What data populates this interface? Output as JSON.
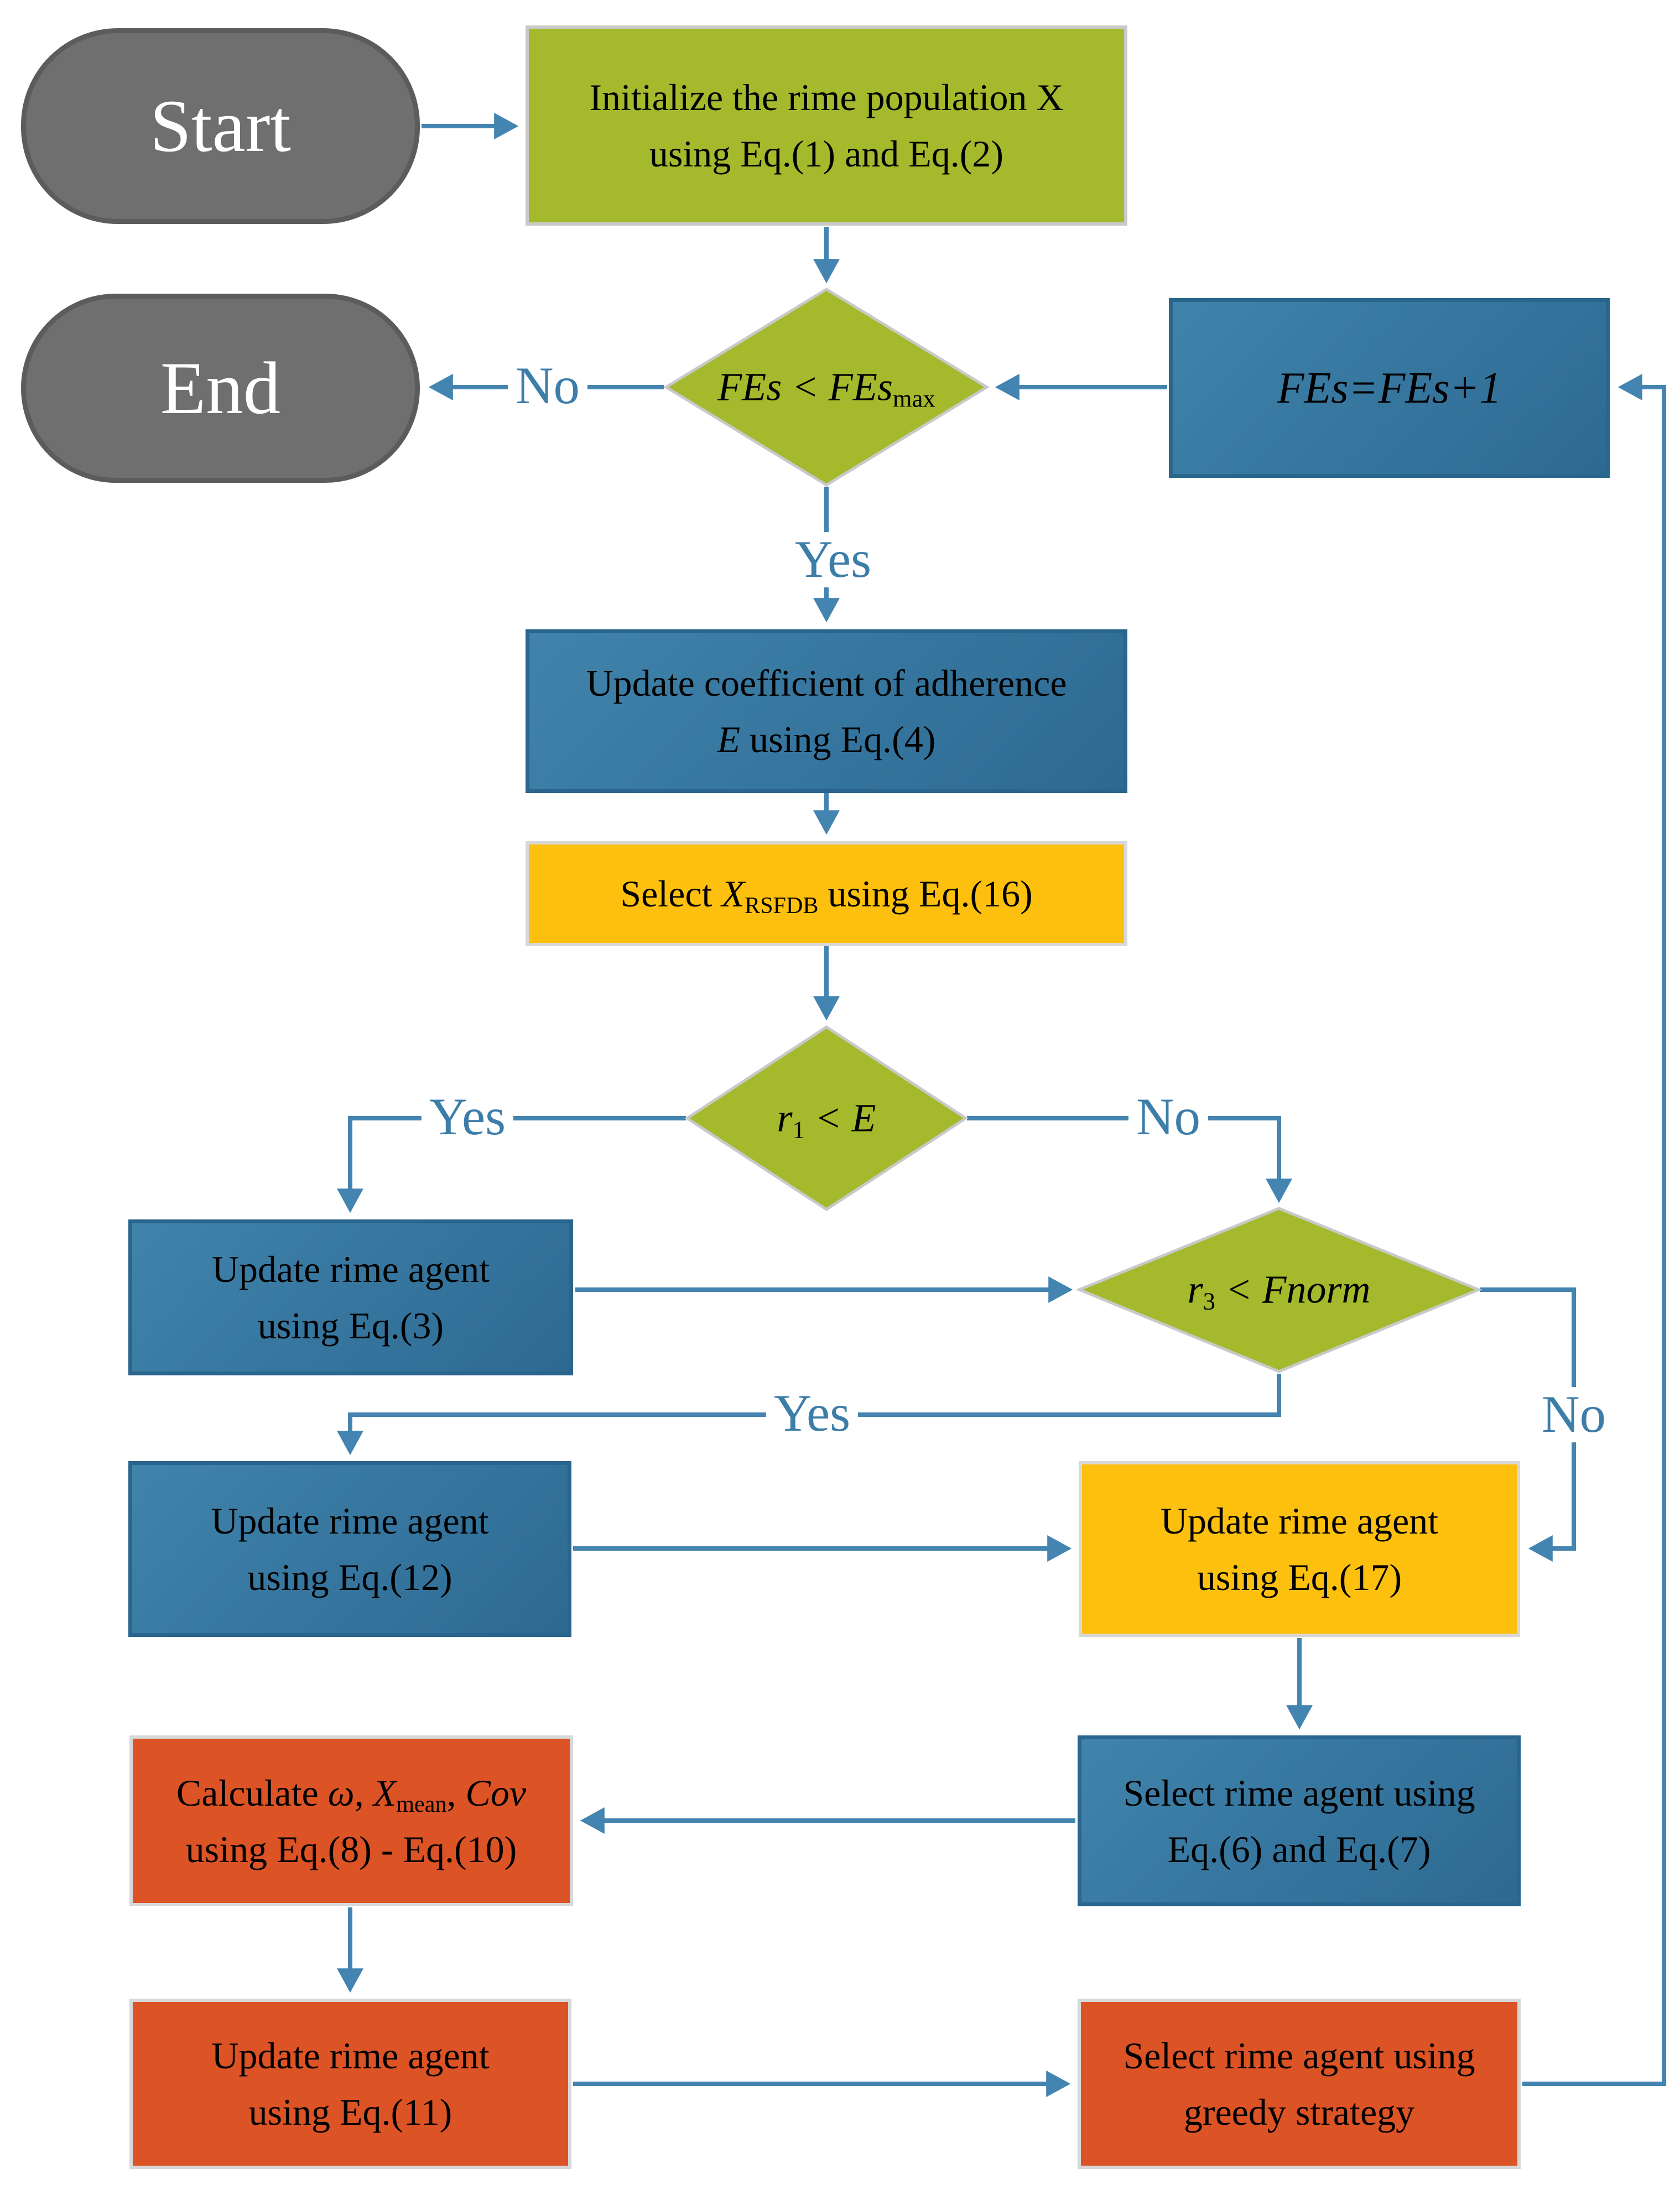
{
  "diagram": {
    "type": "flowchart",
    "nodes": {
      "start": {
        "kind": "terminal",
        "lines": [
          [
            {
              "t": "Start"
            }
          ]
        ]
      },
      "end": {
        "kind": "terminal",
        "lines": [
          [
            {
              "t": "End"
            }
          ]
        ]
      },
      "init": {
        "kind": "process",
        "lines": [
          [
            {
              "t": "Initialize the rime population X"
            }
          ],
          [
            {
              "t": "using Eq.(1) and Eq.(2)"
            }
          ]
        ]
      },
      "fes_check": {
        "kind": "decision",
        "lines": [
          [
            {
              "t": "FEs",
              "i": 1
            },
            {
              "t": " < ",
              "i": 1
            },
            {
              "t": "FEs",
              "i": 1
            },
            {
              "t": "max",
              "sub": 1
            }
          ]
        ]
      },
      "fes_inc": {
        "kind": "process",
        "lines": [
          [
            {
              "t": "FEs=FEs+1",
              "i": 1
            }
          ]
        ]
      },
      "coef": {
        "kind": "process",
        "lines": [
          [
            {
              "t": "Update coefficient of adherence"
            }
          ],
          [
            {
              "t": "E",
              "i": 1
            },
            {
              "t": " using Eq.(4)"
            }
          ]
        ]
      },
      "select_rsfdb": {
        "kind": "process",
        "lines": [
          [
            {
              "t": "Select "
            },
            {
              "t": "X",
              "i": 1
            },
            {
              "t": "RSFDB",
              "sub": 1
            },
            {
              "t": " using Eq.(16)"
            }
          ]
        ]
      },
      "r1_check": {
        "kind": "decision",
        "lines": [
          [
            {
              "t": "r",
              "i": 1
            },
            {
              "t": "1",
              "sub": 1
            },
            {
              "t": " < ",
              "i": 1
            },
            {
              "t": "E",
              "i": 1
            }
          ]
        ]
      },
      "eq3": {
        "kind": "process",
        "lines": [
          [
            {
              "t": "Update rime agent"
            }
          ],
          [
            {
              "t": "using Eq.(3)"
            }
          ]
        ]
      },
      "r3_check": {
        "kind": "decision",
        "lines": [
          [
            {
              "t": "r",
              "i": 1
            },
            {
              "t": "3",
              "sub": 1
            },
            {
              "t": " < ",
              "i": 1
            },
            {
              "t": "Fnorm",
              "i": 1
            }
          ]
        ]
      },
      "eq12": {
        "kind": "process",
        "lines": [
          [
            {
              "t": "Update rime agent"
            }
          ],
          [
            {
              "t": "using Eq.(12)"
            }
          ]
        ]
      },
      "eq17": {
        "kind": "process",
        "lines": [
          [
            {
              "t": "Update rime agent"
            }
          ],
          [
            {
              "t": "using Eq.(17)"
            }
          ]
        ]
      },
      "calc": {
        "kind": "process",
        "lines": [
          [
            {
              "t": "Calculate "
            },
            {
              "t": "ω",
              "i": 1
            },
            {
              "t": ", "
            },
            {
              "t": "X",
              "i": 1
            },
            {
              "t": "mean",
              "sub": 1
            },
            {
              "t": ", "
            },
            {
              "t": "Cov",
              "i": 1
            }
          ],
          [
            {
              "t": "using Eq.(8) - Eq.(10)"
            }
          ]
        ]
      },
      "select67": {
        "kind": "process",
        "lines": [
          [
            {
              "t": "Select rime agent using"
            }
          ],
          [
            {
              "t": "Eq.(6) and Eq.(7)"
            }
          ]
        ]
      },
      "eq11": {
        "kind": "process",
        "lines": [
          [
            {
              "t": "Update rime agent"
            }
          ],
          [
            {
              "t": "using Eq.(11)"
            }
          ]
        ]
      },
      "greedy": {
        "kind": "process",
        "lines": [
          [
            {
              "t": "Select rime agent using"
            }
          ],
          [
            {
              "t": "greedy strategy"
            }
          ]
        ]
      }
    },
    "edge_labels": {
      "fes_no": "No",
      "fes_yes": "Yes",
      "r1_yes": "Yes",
      "r1_no": "No",
      "r3_yes": "Yes",
      "r3_no": "No"
    },
    "colors": {
      "connector_blue": "#4384b0",
      "process_blue": "#35769e",
      "decision_green": "#a5b92c",
      "highlight_yellow": "#fdc00e",
      "final_orange": "#dc5326",
      "terminal_gray": "#6f6f6f"
    }
  }
}
